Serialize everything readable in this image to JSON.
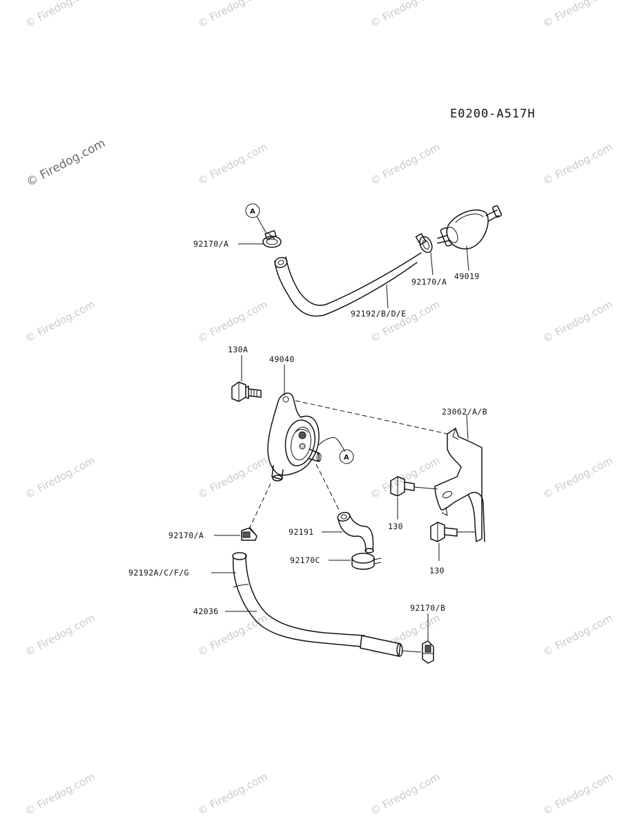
{
  "diagram": {
    "code": "E0200-A517H",
    "watermark_main": "© Firedog.com",
    "watermark_tile": "© Firedog.com",
    "callout_letter": "A",
    "labels": {
      "l1": "92170/A",
      "l2": "92170/A",
      "l3": "49019",
      "l4": "92192/B/D/E",
      "l5": "130A",
      "l6": "49040",
      "l7": "23062/A/B",
      "l8": "130",
      "l9": "130",
      "l10": "92170/A",
      "l11": "92191",
      "l12": "92170C",
      "l13": "92192A/C/F/G",
      "l14": "42036",
      "l15": "92170/B"
    }
  }
}
